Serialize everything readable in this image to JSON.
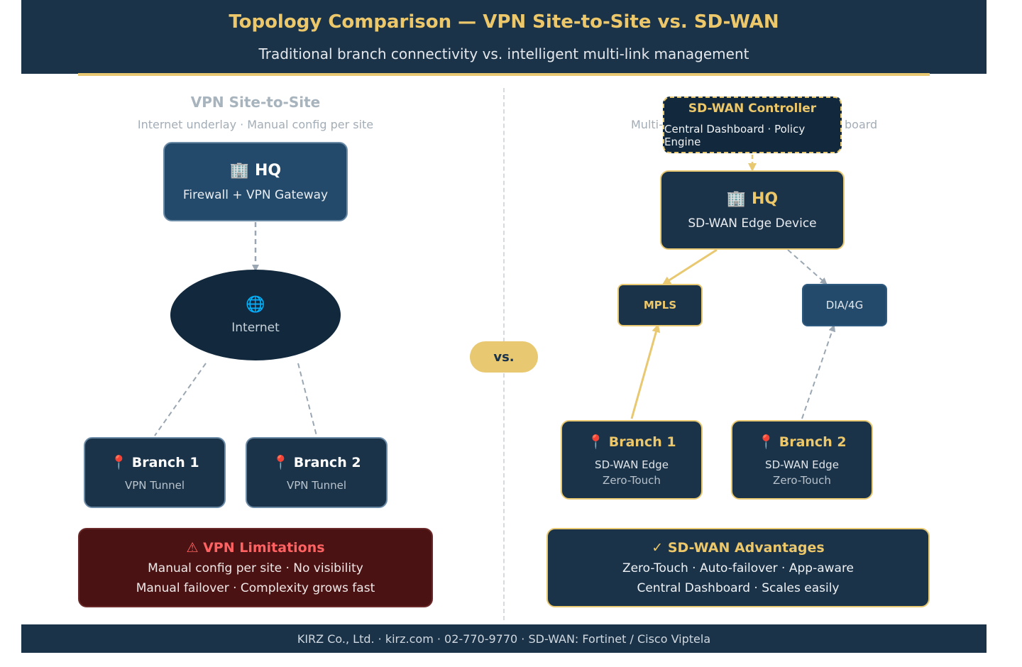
{
  "header": {
    "title": "Topology Comparison — VPN Site-to-Site vs. SD-WAN",
    "subtitle": "Traditional branch connectivity vs. intelligent multi-link management"
  },
  "vpn": {
    "title": "VPN Site-to-Site",
    "subtitle": "Internet underlay · Manual config per site",
    "hq": {
      "icon": "🏢",
      "name": "HQ",
      "desc": "Firewall + VPN Gateway"
    },
    "internet": {
      "icon": "🌐",
      "label": "Internet"
    },
    "branches": [
      {
        "icon": "📍",
        "name": "Branch 1",
        "desc": "VPN Tunnel"
      },
      {
        "icon": "📍",
        "name": "Branch 2",
        "desc": "VPN Tunnel"
      }
    ],
    "limitations": {
      "title": "⚠ VPN Limitations",
      "line1": "Manual config per site · No visibility",
      "line2": "Manual failover · Complexity grows fast"
    }
  },
  "vs_label": "vs.",
  "sdwan": {
    "subtitle_left_fragment": "Multi-",
    "subtitle_right_fragment": "board",
    "controller": {
      "title": "SD-WAN Controller",
      "desc": "Central Dashboard · Policy Engine"
    },
    "hq": {
      "icon": "🏢",
      "name": "HQ",
      "desc": "SD-WAN Edge Device"
    },
    "links": [
      {
        "label": "MPLS"
      },
      {
        "label": "DIA/4G"
      }
    ],
    "branches": [
      {
        "icon": "📍",
        "name": "Branch 1",
        "desc": "SD-WAN Edge",
        "desc2": "Zero-Touch"
      },
      {
        "icon": "📍",
        "name": "Branch 2",
        "desc": "SD-WAN Edge",
        "desc2": "Zero-Touch"
      }
    ],
    "advantages": {
      "title": "✓ SD-WAN Advantages",
      "line1": "Zero-Touch · Auto-failover · App-aware",
      "line2": "Central Dashboard · Scales easily"
    }
  },
  "footer": "KIRZ Co., Ltd. · kirz.com · 02-770-9770 · SD-WAN: Fortinet / Cisco Viptela",
  "colors": {
    "navy": "#1b3349",
    "gold": "#e8c870",
    "slate": "#234a6b",
    "danger": "#4a1212"
  }
}
